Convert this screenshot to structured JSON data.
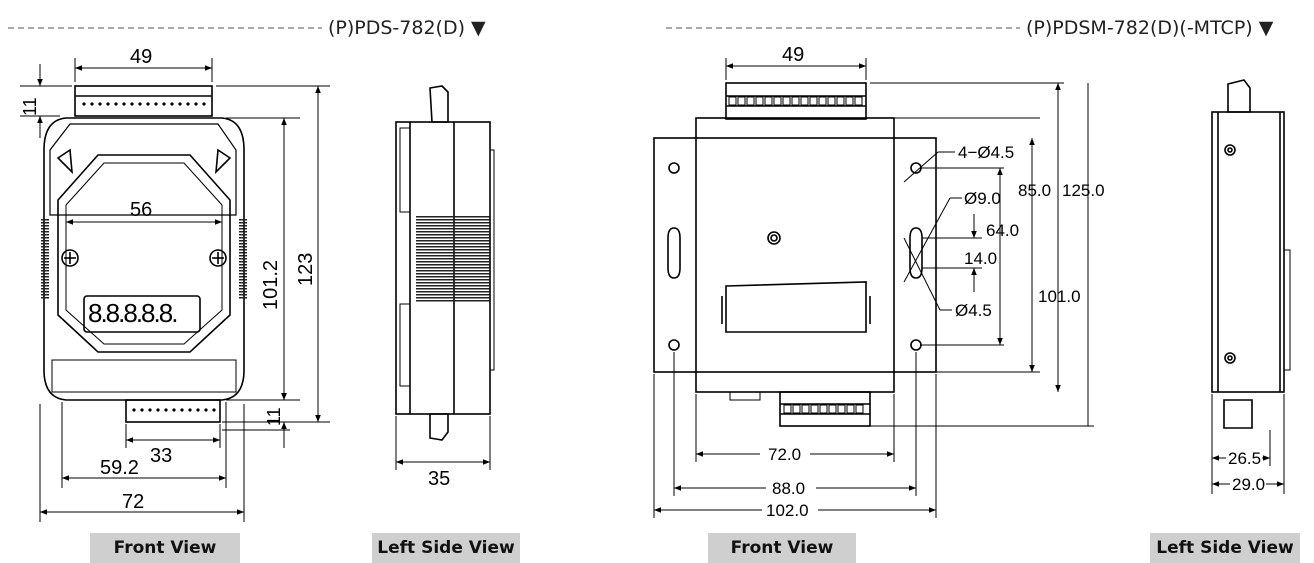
{
  "left_model": {
    "header": "(P)PDS-782(D) ▼",
    "dims": {
      "top_width": "49",
      "inner_width": "56",
      "connector_height_top": "11",
      "inner_height": "101.2",
      "total_height": "123",
      "connector_height_bottom": "11",
      "bottom_connector_width": "33",
      "base_width": "59.2",
      "total_width": "72",
      "side_depth": "35"
    },
    "display_digits": "8.8.8.8.8.",
    "front_label": "Front View",
    "side_label": "Left Side View"
  },
  "right_model": {
    "header": "(P)PDSM-782(D)(-MTCP) ▼",
    "dims": {
      "top_width": "49",
      "hole_note": "4−Ø4.5",
      "slot_dia": "Ø9.0",
      "slot_hole": "Ø4.5",
      "h_85": "85.0",
      "h_125": "125.0",
      "h_64": "64.0",
      "h_14": "14.0",
      "h_101": "101.0",
      "w_72": "72.0",
      "w_88": "88.0",
      "w_102": "102.0",
      "side_26": "26.5",
      "side_29": "29.0"
    },
    "front_label": "Front View",
    "side_label": "Left Side View"
  },
  "colors": {
    "line": "#000000",
    "label_bg": "#cfcfcf",
    "dark_fill": "#222222"
  }
}
